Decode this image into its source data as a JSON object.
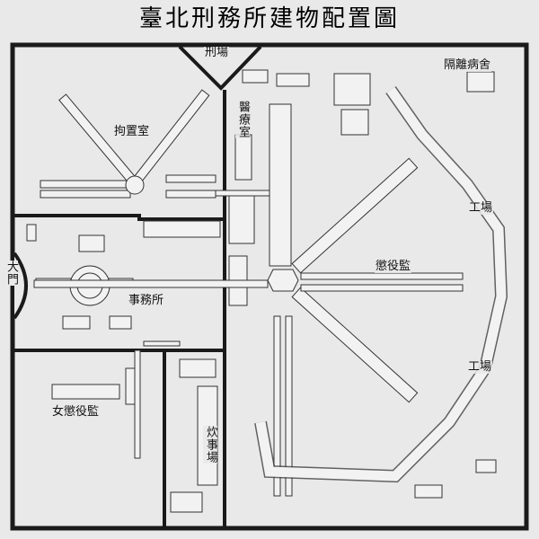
{
  "title": "臺北刑務所建物配置圖",
  "labels": {
    "execution_ground": "刑場",
    "isolation_ward": "隔離病舍",
    "detention_room": "拘置室",
    "medical_room": "醫療室",
    "workshop_upper": "工場",
    "penal_labor_prison": "懲役監",
    "main_gate": "大門",
    "office": "事務所",
    "workshop_lower": "工場",
    "women_penal_prison": "女懲役監",
    "kitchen": "炊事場"
  },
  "colors": {
    "background": "#e9e9e9",
    "wall": "#1a1a1a",
    "building": "#f2f2f2",
    "line": "#333333"
  }
}
